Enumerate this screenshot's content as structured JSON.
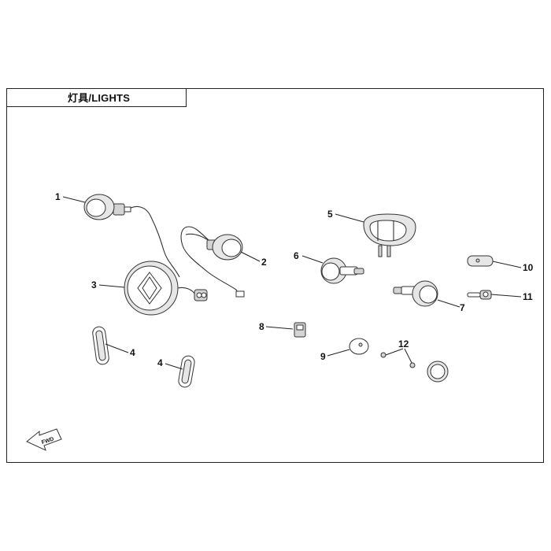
{
  "title": "灯具/LIGHTS",
  "callouts": [
    "1",
    "2",
    "3",
    "4",
    "4",
    "5",
    "6",
    "7",
    "8",
    "9",
    "10",
    "11",
    "12"
  ],
  "fwd_badge": "FWD",
  "colors": {
    "line": "#222222",
    "fill": "#ffffff",
    "shade": "#e6e6e6"
  }
}
